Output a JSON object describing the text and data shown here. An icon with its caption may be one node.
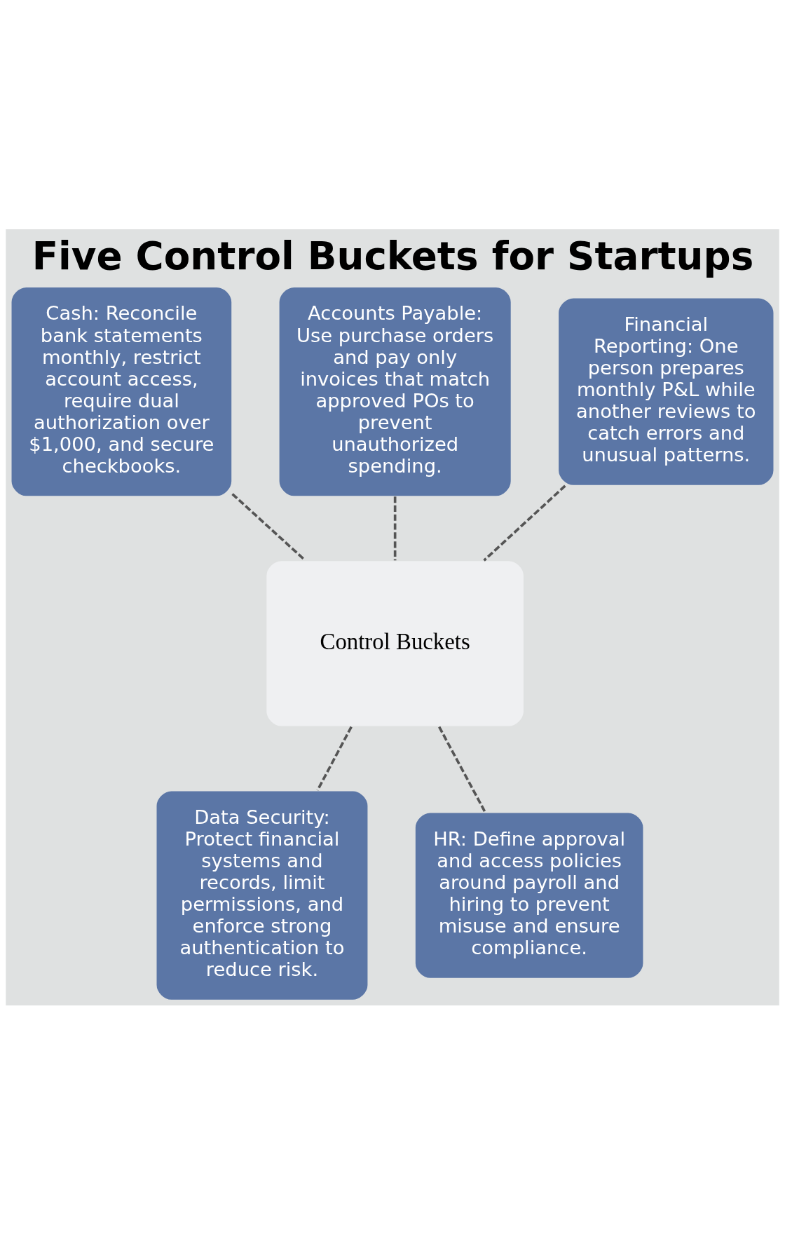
{
  "diagram": {
    "title": "Five Control Buckets for Startups",
    "nodes": [
      {
        "text": [
          "Cash: Reconcile bank statements monthly, restrict account access, require dual authorization over $1,000, and secure checkbooks."
        ]
      },
      {
        "text": [
          "Accounts Payable: Use purchase orders and pay only invoices that match approved POs to prevent unauthorized spending."
        ]
      },
      {
        "text": [
          "Financial Reporting: One person prepares monthly P&L while another reviews to catch errors and unusual patterns."
        ]
      },
      {
        "text": [
          "Control Buckets"
        ]
      },
      {
        "text": [
          "Data Security: Protect financial systems and records, limit permissions, and enforce strong authentication to reduce risk."
        ]
      },
      {
        "text": [
          "HR: Define approval and access policies around payroll and hiring to prevent misuse and ensure compliance."
        ]
      }
    ],
    "edges": [
      {
        "from": 0,
        "to": 3,
        "arrow": "none",
        "style": "dashed"
      },
      {
        "from": 1,
        "to": 3,
        "arrow": "none",
        "style": "dashed"
      },
      {
        "from": 2,
        "to": 3,
        "arrow": "none",
        "style": "dashed"
      },
      {
        "from": 3,
        "to": 4,
        "arrow": "none",
        "style": "dashed"
      },
      {
        "from": 3,
        "to": 5,
        "arrow": "none",
        "style": "dashed"
      }
    ]
  }
}
